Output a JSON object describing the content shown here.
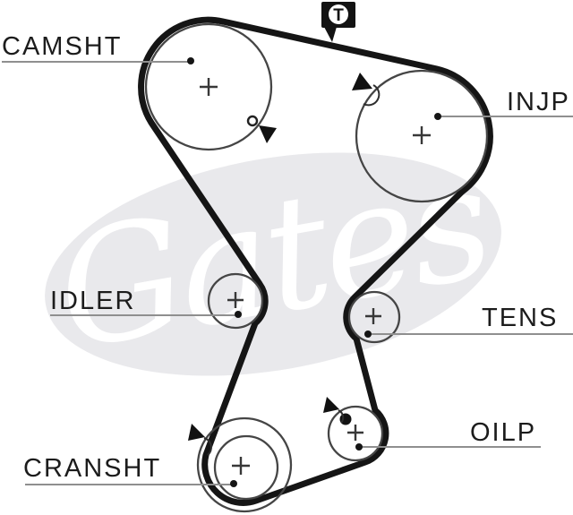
{
  "diagram": {
    "watermark_text": "Gates",
    "timing_mark_label": "T",
    "labels": {
      "camshaft": "CAMSHT",
      "injection_pump": "INJP",
      "idler": "IDLER",
      "tensioner": "TENS",
      "oil_pump": "OILP",
      "crankshaft": "CRANSHT"
    },
    "colors": {
      "belt": "#151515",
      "pulley_outline": "#454545",
      "leader_line": "#8f8f8f",
      "label_text": "#1c1c1c",
      "watermark_fill": "#e9e9ec",
      "watermark_text": "#ffffff",
      "background": "#ffffff"
    }
  }
}
